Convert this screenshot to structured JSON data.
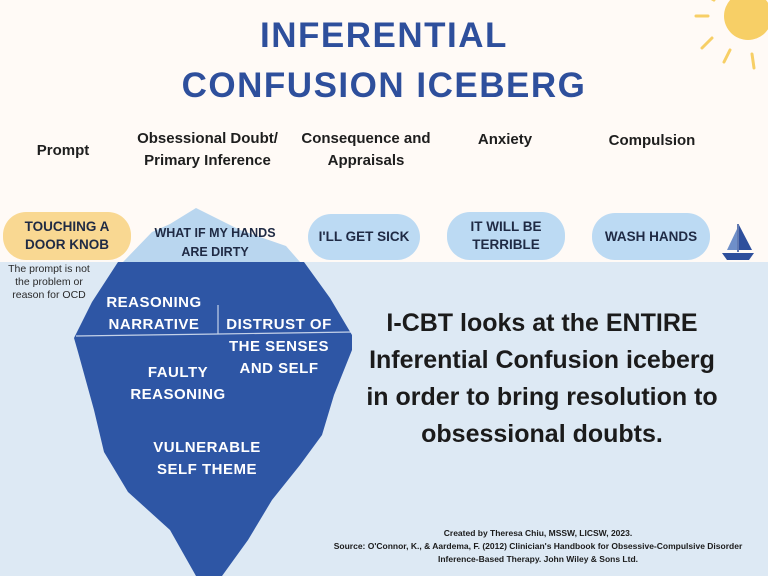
{
  "title": {
    "line1": "INFERENTIAL",
    "line2": "CONFUSION ICEBERG"
  },
  "columns": [
    {
      "header": "Prompt",
      "value": "TOUCHING A DOOR KNOB"
    },
    {
      "header": "Obsessional Doubt/ Primary Inference",
      "value": "WHAT IF MY HANDS ARE DIRTY"
    },
    {
      "header": "Consequence and Appraisals",
      "value": "I'LL GET SICK"
    },
    {
      "header": "Anxiety",
      "value": "IT WILL BE TERRIBLE"
    },
    {
      "header": "Compulsion",
      "value": "WASH HANDS"
    }
  ],
  "prompt_note": "The prompt is not the problem or reason for OCD",
  "iceberg_layers": [
    "REASONING NARRATIVE",
    "DISTRUST OF THE SENSES AND SELF",
    "FAULTY REASONING",
    "VULNERABLE SELF THEME"
  ],
  "main_message": "I-CBT looks at the ENTIRE Inferential Confusion iceberg in order to bring resolution to obsessional doubts.",
  "credit": {
    "line1": "Created by Theresa Chiu, MSSW, LICSW, 2023.",
    "line2": "Source: O'Connor, K., & Aardema, F. (2012) Clinician's Handbook for Obsessive-Compulsive Disorder Inference-Based Therapy. John Wiley & Sons Ltd."
  },
  "colors": {
    "title": "#2e4f9c",
    "iceberg": "#2e56a5",
    "iceberg_tip": "#b9d6ef",
    "pill_blue": "#bcdaf3",
    "pill_yellow": "#f9d892",
    "sun": "#f7cf66",
    "sea": "#dde9f4"
  },
  "icons": [
    "sun-icon",
    "sailboat-icon",
    "iceberg-shape"
  ]
}
